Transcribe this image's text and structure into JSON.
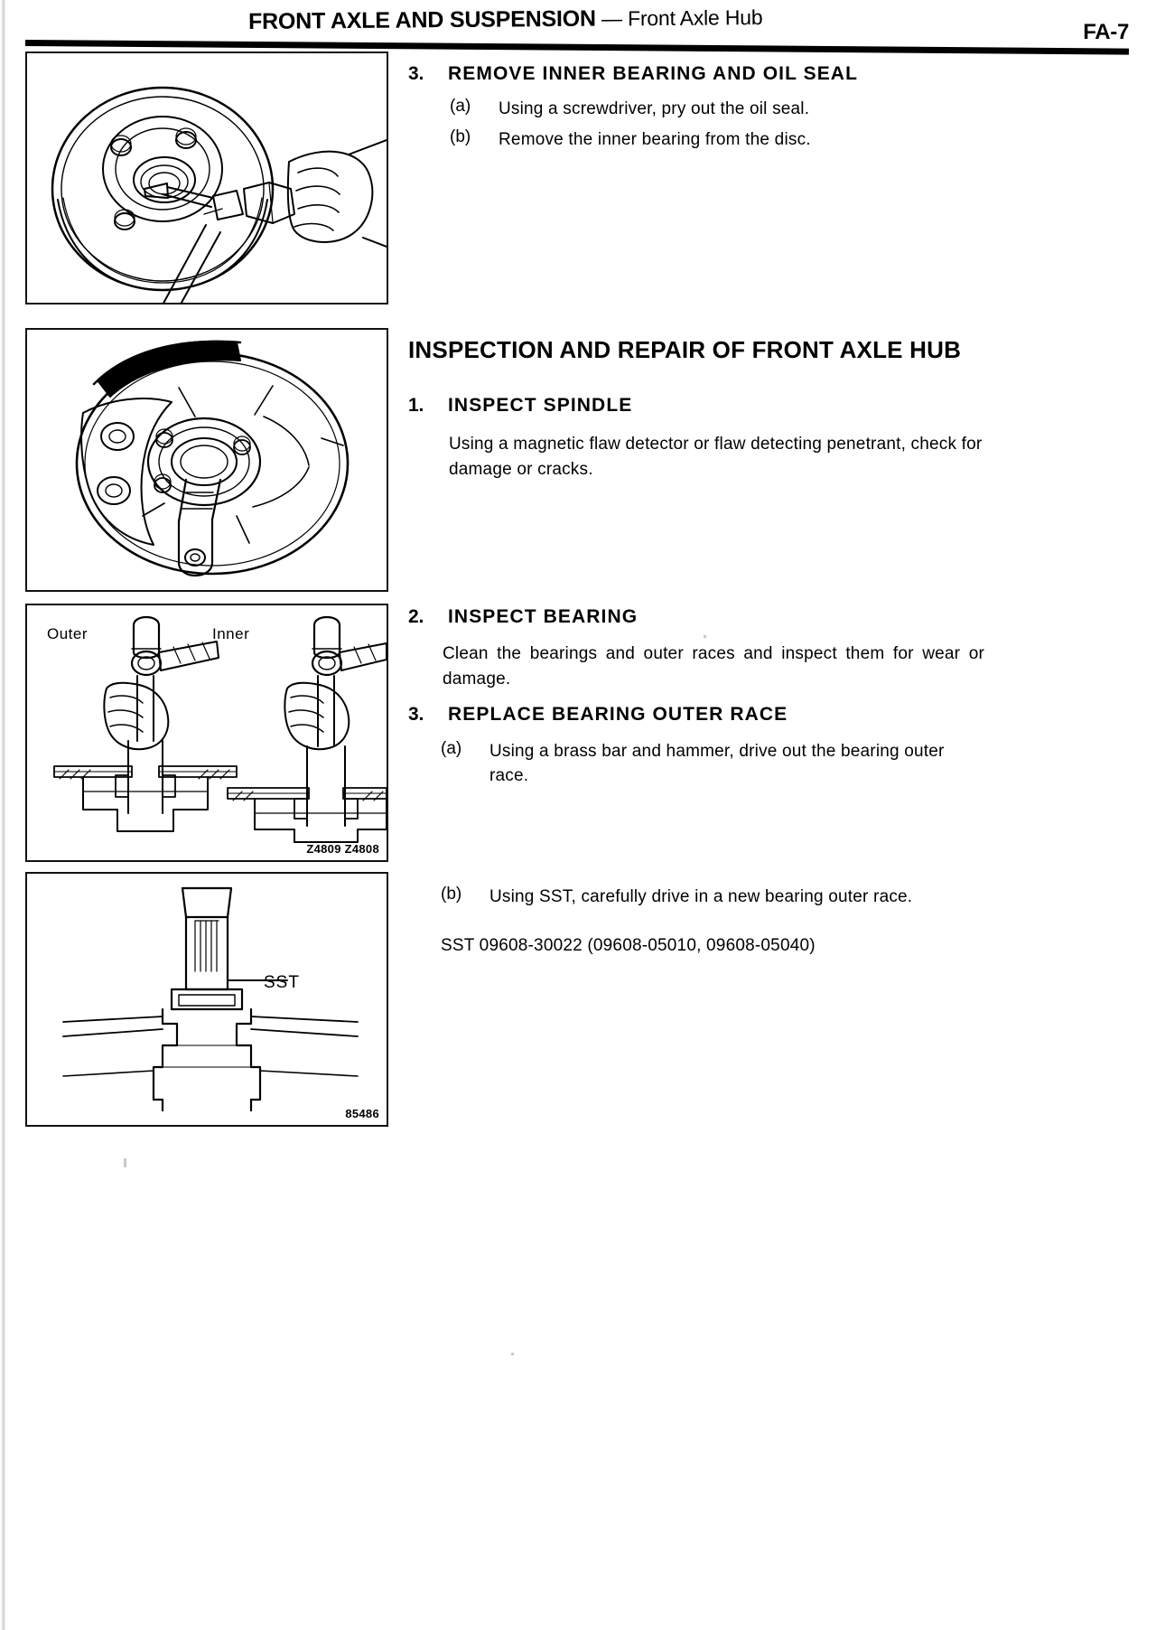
{
  "header": {
    "title_bold": "FRONT AXLE AND SUSPENSION",
    "title_dash": " — ",
    "title_light": "Front Axle Hub",
    "page_number": "FA-7"
  },
  "steps": {
    "remove_inner_bearing": {
      "number": "3.",
      "title": "REMOVE INNER BEARING AND OIL SEAL",
      "items": [
        {
          "mark": "(a)",
          "text": "Using a screwdriver, pry out the oil seal."
        },
        {
          "mark": "(b)",
          "text": "Remove the inner bearing from the disc."
        }
      ]
    },
    "section_heading": "INSPECTION AND REPAIR OF FRONT AXLE HUB",
    "inspect_spindle": {
      "number": "1.",
      "title": "INSPECT SPINDLE",
      "body": "Using a magnetic flaw detector or flaw detecting penetrant, check for damage or cracks."
    },
    "inspect_bearing": {
      "number": "2.",
      "title": "INSPECT BEARING",
      "body": "Clean the bearings and outer races and inspect them for wear or damage."
    },
    "replace_outer_race": {
      "number": "3.",
      "title": "REPLACE BEARING OUTER RACE",
      "items": [
        {
          "mark": "(a)",
          "text": "Using a brass bar and hammer, drive out the bearing outer race."
        },
        {
          "mark": "(b)",
          "text": "Using SST, carefully drive in a new bearing outer race."
        }
      ],
      "sst": "SST 09608-30022 (09608-05010, 09608-05040)"
    }
  },
  "figures": {
    "fig1": {
      "name": "prying-oil-seal-with-screwdriver"
    },
    "fig2": {
      "name": "front-axle-hub-spindle-assembly"
    },
    "fig3": {
      "name": "driving-out-bearing-outer-race",
      "label_outer": "Outer",
      "label_inner": "Inner",
      "code": "Z4809 Z4808"
    },
    "fig4": {
      "name": "driving-in-bearing-outer-race-with-sst",
      "label_sst": "SST",
      "code": "85486"
    }
  },
  "colors": {
    "ink": "#000000",
    "paper": "#ffffff"
  }
}
